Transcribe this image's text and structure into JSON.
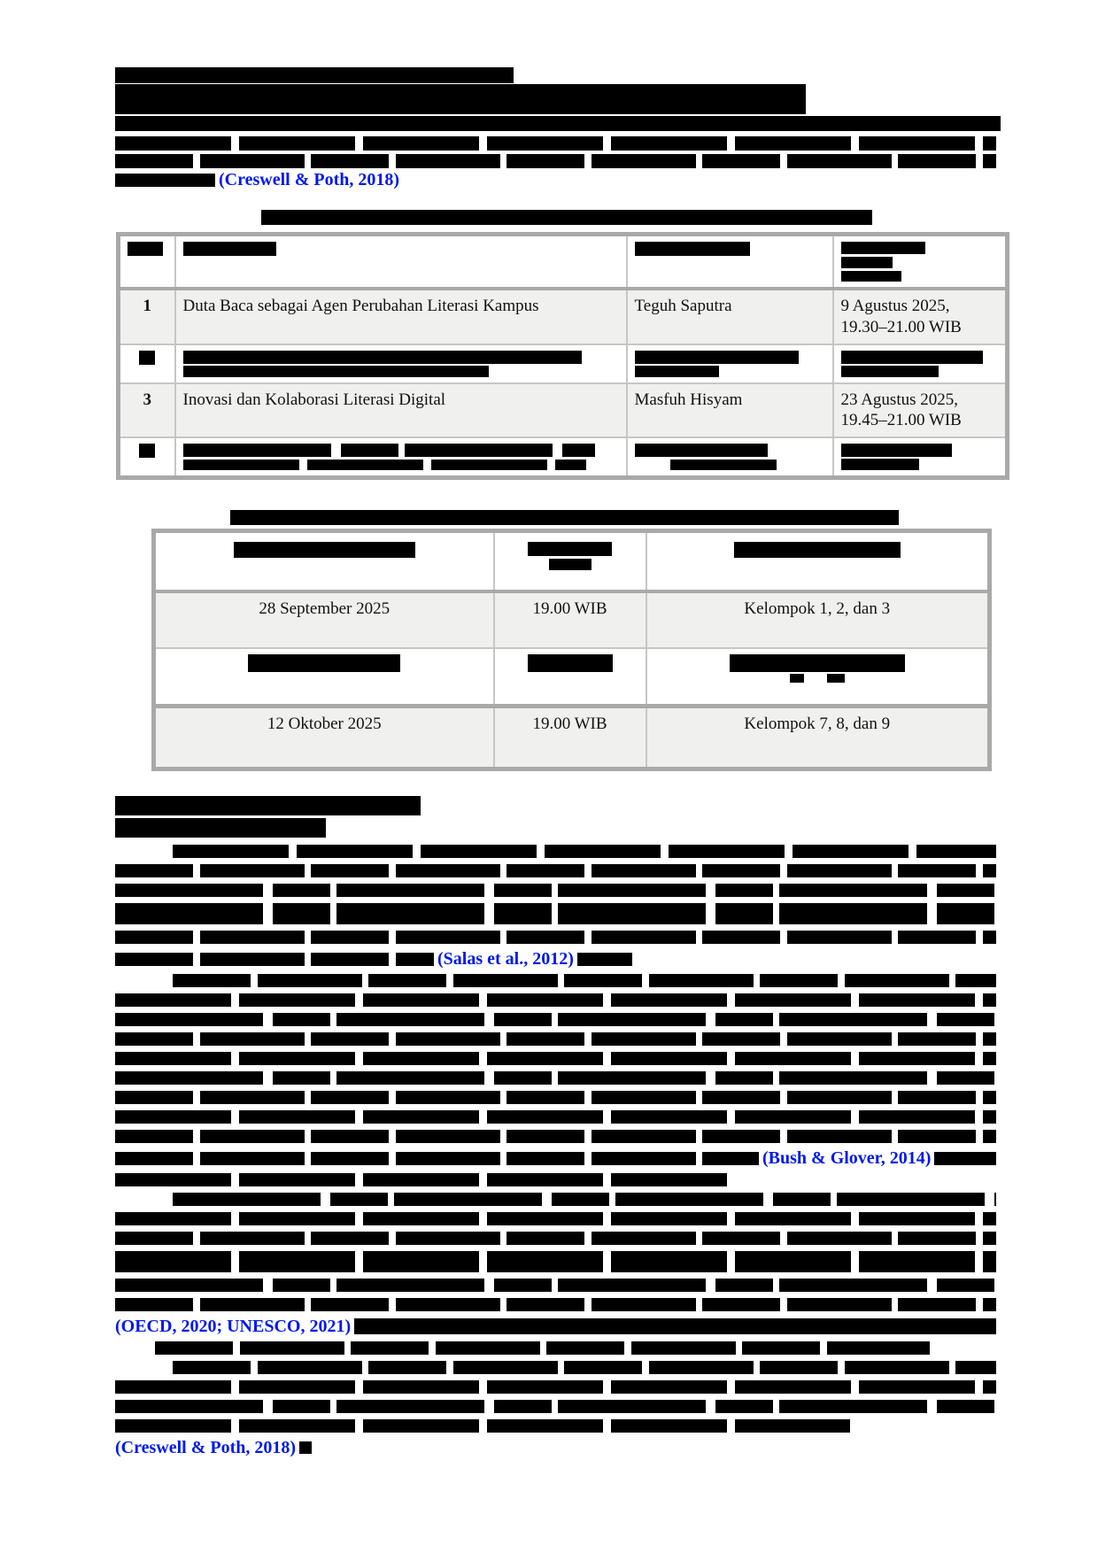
{
  "colors": {
    "citation_blue": "#0018ef",
    "redaction": "#000000",
    "table_frame": "#a9a9a9",
    "row_shade": "#f0f0ee"
  },
  "citations": {
    "creswell_top": "(Creswell & Poth, 2018)",
    "salas": "(Salas et al., 2012)",
    "bush": "(Bush & Glover, 2014)",
    "oecd": "(OECD, 2020; UNESCO, 2021)",
    "creswell_bottom": "(Creswell & Poth, 2018)"
  },
  "table1": {
    "rows": [
      {
        "no": "1",
        "tema": "Duta Baca sebagai Agen Perubahan Literasi Kampus",
        "narasumber": "Teguh Saputra",
        "waktu_line1": "9 Agustus 2025,",
        "waktu_line2": "19.30–21.00 WIB"
      },
      {
        "no": "3",
        "tema": "Inovasi dan Kolaborasi Literasi Digital",
        "narasumber": "Masfuh Hisyam",
        "waktu_line1": "23 Agustus 2025,",
        "waktu_line2": "19.45–21.00 WIB"
      }
    ]
  },
  "table2": {
    "rows": [
      {
        "tanggal": "28 September 2025",
        "waktu": "19.00 WIB",
        "kelompok": "Kelompok 1, 2, dan 3"
      },
      {
        "tanggal": "12 Oktober 2025",
        "waktu": "19.00 WIB",
        "kelompok": "Kelompok 7, 8, dan 9"
      }
    ]
  }
}
